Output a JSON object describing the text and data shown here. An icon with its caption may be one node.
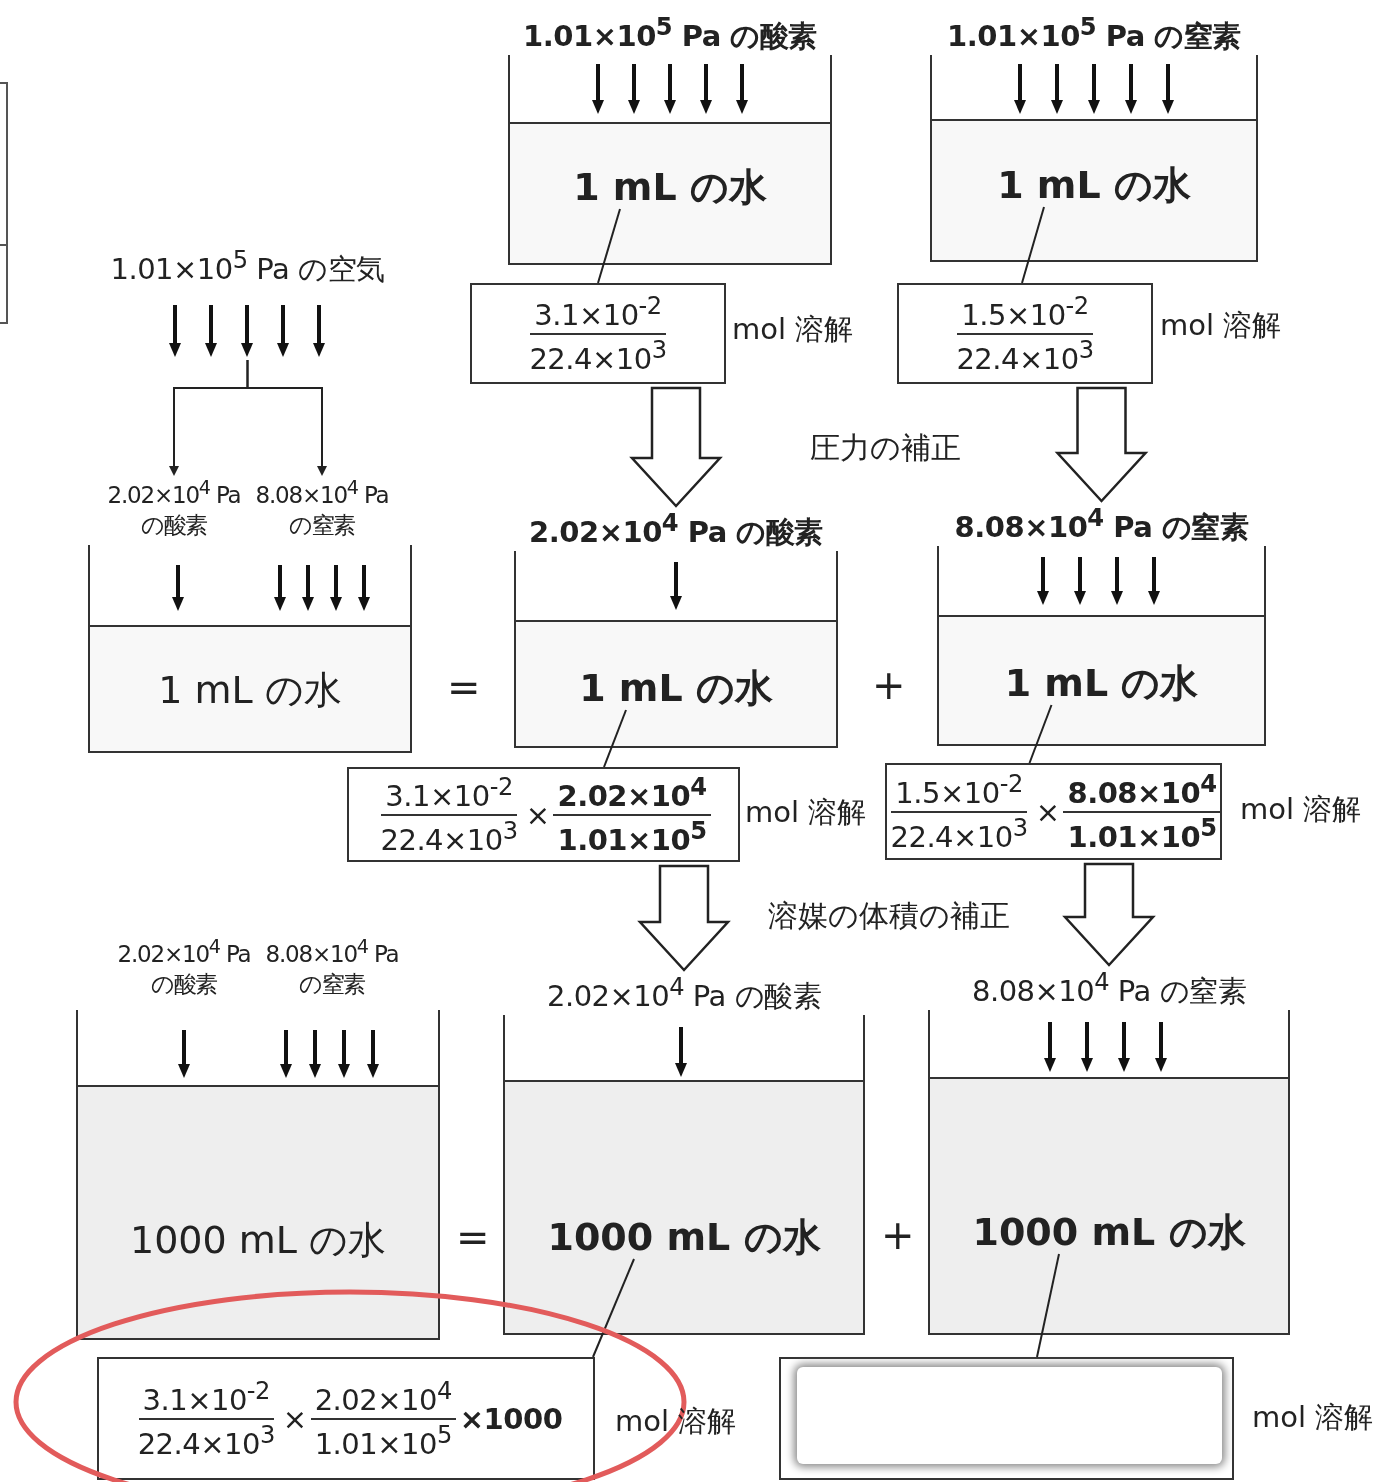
{
  "diagram": {
    "nodes": [
      {
        "text": [
          "1.01×10$^{5}$ Pa の酸素",
          "1 mL の水"
        ]
      },
      {
        "text": [
          "3.1×10$^{-2}$",
          "22.4×10$^{3}$"
        ],
        "beside": [
          "mol 溶解"
        ]
      },
      {
        "text": [
          "1.01×10$^{5}$ Pa の窒素",
          "1 mL の水"
        ]
      },
      {
        "text": [
          "1.5×10$^{-2}$",
          "22.4×10$^{3}$"
        ],
        "beside": [
          "mol 溶解"
        ]
      },
      {
        "text": [
          "1.01×10$^{5}$ Pa の空気"
        ]
      },
      {
        "text": [
          "2.02×10$^{4}$ Pa の酸素"
        ]
      },
      {
        "text": [
          "8.08×10$^{4}$ Pa の窒素"
        ]
      },
      {
        "text": [
          "1 mL の水"
        ]
      },
      {
        "text": [
          "2.02×10$^{4}$ Pa の酸素",
          "1 mL の水"
        ]
      },
      {
        "text": [
          "3.1×10$^{-2}$",
          "22.4×10$^{3}$",
          "×",
          "2.02×10$^{4}$",
          "1.01×10$^{5}$"
        ],
        "beside": [
          "mol 溶解"
        ]
      },
      {
        "text": [
          "8.08×10$^{4}$ Pa の窒素",
          "1 mL の水"
        ]
      },
      {
        "text": [
          "1.5×10$^{-2}$",
          "22.4×10$^{3}$",
          "×",
          "8.08×10$^{4}$",
          "1.01×10$^{5}$"
        ],
        "beside": [
          "mol 溶解"
        ]
      },
      {
        "text": [
          "2.02×10$^{4}$ Pa の酸素",
          "8.08×10$^{4}$ Pa の窒素",
          "1000 mL の水"
        ]
      },
      {
        "text": [
          "2.02×10$^{4}$ Pa の酸素",
          "1000 mL の水"
        ]
      },
      {
        "text": [
          "3.1×10$^{-2}$",
          "22.4×10$^{3}$",
          "×",
          "2.02×10$^{4}$",
          "1.01×10$^{5}$",
          "×1000"
        ],
        "beside": [
          "mol 溶解"
        ]
      },
      {
        "text": [
          "8.08×10$^{4}$ Pa の窒素",
          "1000 mL の水"
        ]
      },
      {
        "text": [],
        "shape": "box",
        "beside": [
          "mol 溶解"
        ]
      }
    ],
    "edges": [
      {
        "from": 0,
        "to": 1,
        "arrow": "none"
      },
      {
        "from": 2,
        "to": 3,
        "arrow": "none"
      },
      {
        "from": 4,
        "to": 5,
        "arrow": "to"
      },
      {
        "from": 4,
        "to": 6,
        "arrow": "to"
      },
      {
        "from": 1,
        "to": 8,
        "arrow": "to",
        "style": "thick"
      },
      {
        "from": 3,
        "to": 10,
        "arrow": "to",
        "style": "thick"
      },
      {
        "from": 8,
        "to": 9,
        "arrow": "none"
      },
      {
        "from": 10,
        "to": 11,
        "arrow": "none"
      },
      {
        "from": 9,
        "to": 13,
        "arrow": "to",
        "style": "thick"
      },
      {
        "from": 11,
        "to": 15,
        "arrow": "to",
        "style": "thick"
      },
      {
        "from": 13,
        "to": 14,
        "arrow": "none"
      },
      {
        "from": 15,
        "to": 16,
        "arrow": "none"
      }
    ],
    "labels": [
      "圧力の補正",
      "=",
      "+",
      "溶媒の体積の補正",
      "=",
      "+"
    ]
  }
}
